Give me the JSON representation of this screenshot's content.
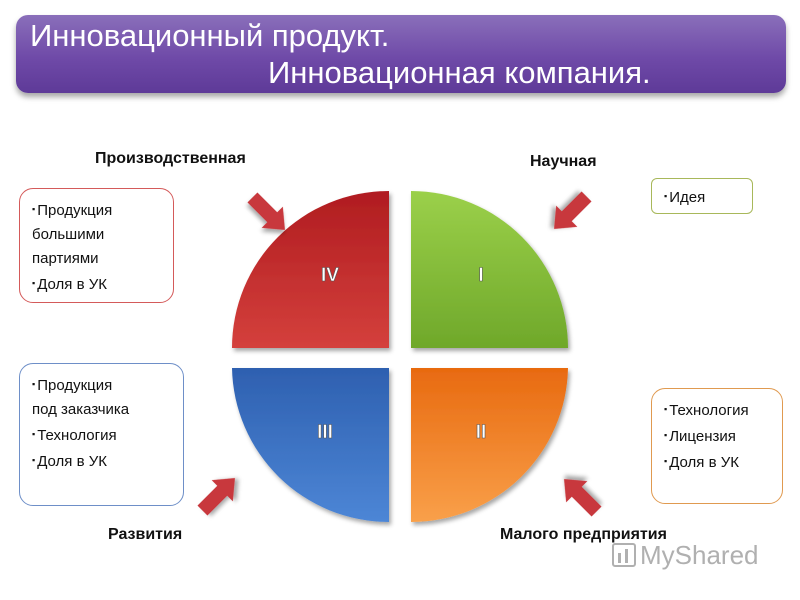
{
  "title": {
    "line1": "Инновационный продукт.",
    "line2": "Инновационная компания."
  },
  "labels": {
    "top_left": "Производственная",
    "top_right": "Научная",
    "bottom_left": "Развития",
    "bottom_right": "Малого предприятия"
  },
  "quadrants": {
    "q1": {
      "roman": "I",
      "color": "#8cc43c"
    },
    "q2": {
      "roman": "II",
      "color": "#f07f1e"
    },
    "q3": {
      "roman": "III",
      "color": "#3a6fc0"
    },
    "q4": {
      "roman": "IV",
      "color": "#c8282c"
    }
  },
  "boxes": {
    "top_left": {
      "items": [
        "Продукция",
        "большими",
        "партиями",
        "Доля в УК"
      ]
    },
    "mid_left": {
      "items": [
        "Продукция",
        "под заказчика",
        "Технология",
        "Доля в УК"
      ]
    },
    "top_right": {
      "items": [
        "Идея"
      ]
    },
    "bottom_right": {
      "items": [
        "Технология",
        "Лицензия",
        "Доля в УК"
      ]
    }
  },
  "bullet": "▪",
  "watermark": "MyShared",
  "arrow_color": "#c8383c"
}
